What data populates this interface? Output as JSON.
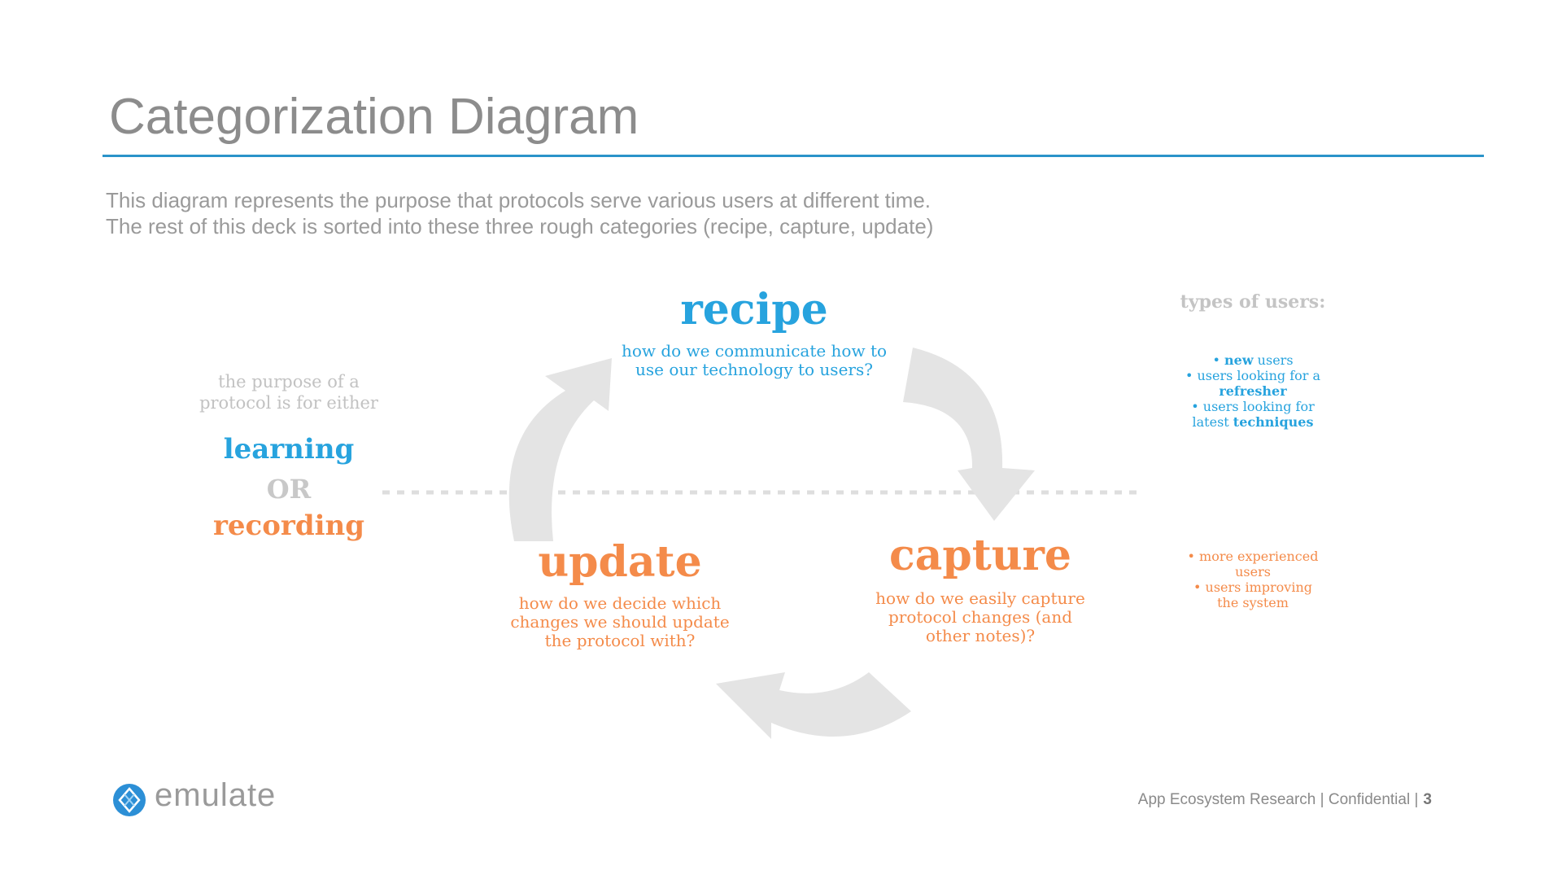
{
  "slide": {
    "title": "Categorization Diagram",
    "intro_line1": "This diagram represents the purpose that protocols serve various users at different time.",
    "intro_line2": "The rest of this deck is sorted into these three rough categories (recipe, capture, update)"
  },
  "purpose": {
    "intro_line1": "the purpose of a",
    "intro_line2": "protocol is for either",
    "learning": "learning",
    "or": "OR",
    "recording": "recording"
  },
  "stages": {
    "recipe": {
      "title": "recipe",
      "question_line1": "how do we communicate how to",
      "question_line2": "use our technology to users?"
    },
    "update": {
      "title": "update",
      "question_line1": "how do we decide which",
      "question_line2": "changes we should update",
      "question_line3": "the protocol with?"
    },
    "capture": {
      "title": "capture",
      "question_line1": "how do we easily capture",
      "question_line2": "protocol changes (and",
      "question_line3": "other notes)?"
    }
  },
  "users": {
    "title": "types of users:",
    "learning_group": {
      "b1_pre": "• ",
      "b1_bold": "new",
      "b1_post": " users",
      "b2": "• users looking for a",
      "b2_bold": "refresher",
      "b3": "• users looking for",
      "b3_pre": "latest ",
      "b3_bold": "techniques"
    },
    "recording_group": {
      "b1": "• more experienced",
      "b1_cont": "users",
      "b2": "• users improving",
      "b2_cont": "the system"
    }
  },
  "footer": {
    "logo_text": "emulate",
    "text": "App Ecosystem Research | Confidential |",
    "page": "3"
  },
  "colors": {
    "learning_blue": "#27a3de",
    "recording_orange": "#f48b4a",
    "arrow_grey": "#e4e4e4",
    "rule_blue": "#2a93c9"
  },
  "icons": {
    "cycle_arrows": "curved-arrow-icon",
    "logo": "emulate-logo-icon"
  }
}
